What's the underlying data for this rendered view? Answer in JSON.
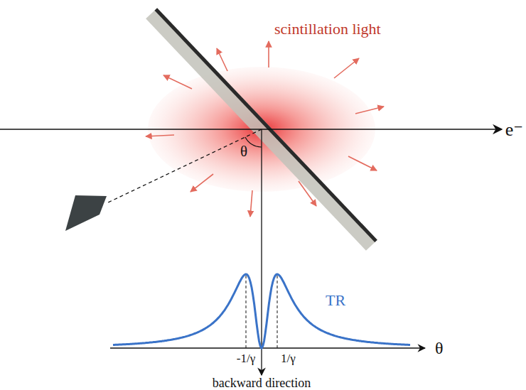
{
  "diagram": {
    "labels": [
      "scintillation light",
      "e⁻",
      "θ",
      "TR",
      "-1/γ",
      "1/γ",
      "θ",
      "backward direction"
    ]
  }
}
